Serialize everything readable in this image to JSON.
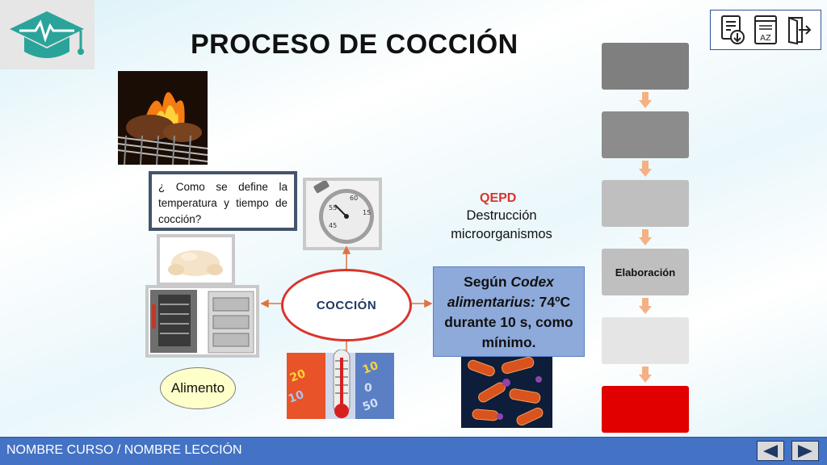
{
  "title": "PROCESO DE COCCIÓN",
  "question": "¿ Como se define la temperatura y tiempo de cocción?",
  "center_label": "COCCIÓN",
  "food_label": "Alimento",
  "qepd": "QEPD",
  "destruction": "Destrucción microorganismos",
  "codex": {
    "line1_a": "Según ",
    "line1_b": "Codex",
    "line2_a": "alimentarius:",
    "line2_b": " 74ºC",
    "line3": "durante 10 s, como",
    "line4": "mínimo."
  },
  "flow": {
    "steps": [
      {
        "label": "",
        "color": "#7f7f7f"
      },
      {
        "label": "",
        "color": "#8c8c8c"
      },
      {
        "label": "",
        "color": "#bfbfbf"
      },
      {
        "label": "Elaboración",
        "color": "#bfbfbf"
      },
      {
        "label": "",
        "color": "#e5e5e5"
      },
      {
        "label": "",
        "color": "#e00000"
      }
    ],
    "arrow_color": "#f4b183"
  },
  "toolbar": {
    "icons": [
      "document-download-icon",
      "glossary-az-icon",
      "exit-door-icon"
    ]
  },
  "footer": {
    "label": "NOMBRE CURSO / NOMBRE LECCIÓN",
    "prev_icon": "triangle-left-icon",
    "next_icon": "triangle-right-icon"
  },
  "colors": {
    "logo_teal": "#2aa49a",
    "footer_blue": "#4472c4",
    "codex_fill": "#8eaadb",
    "ellipse_border": "#d9342b",
    "alimento_fill": "#ffffc9"
  }
}
